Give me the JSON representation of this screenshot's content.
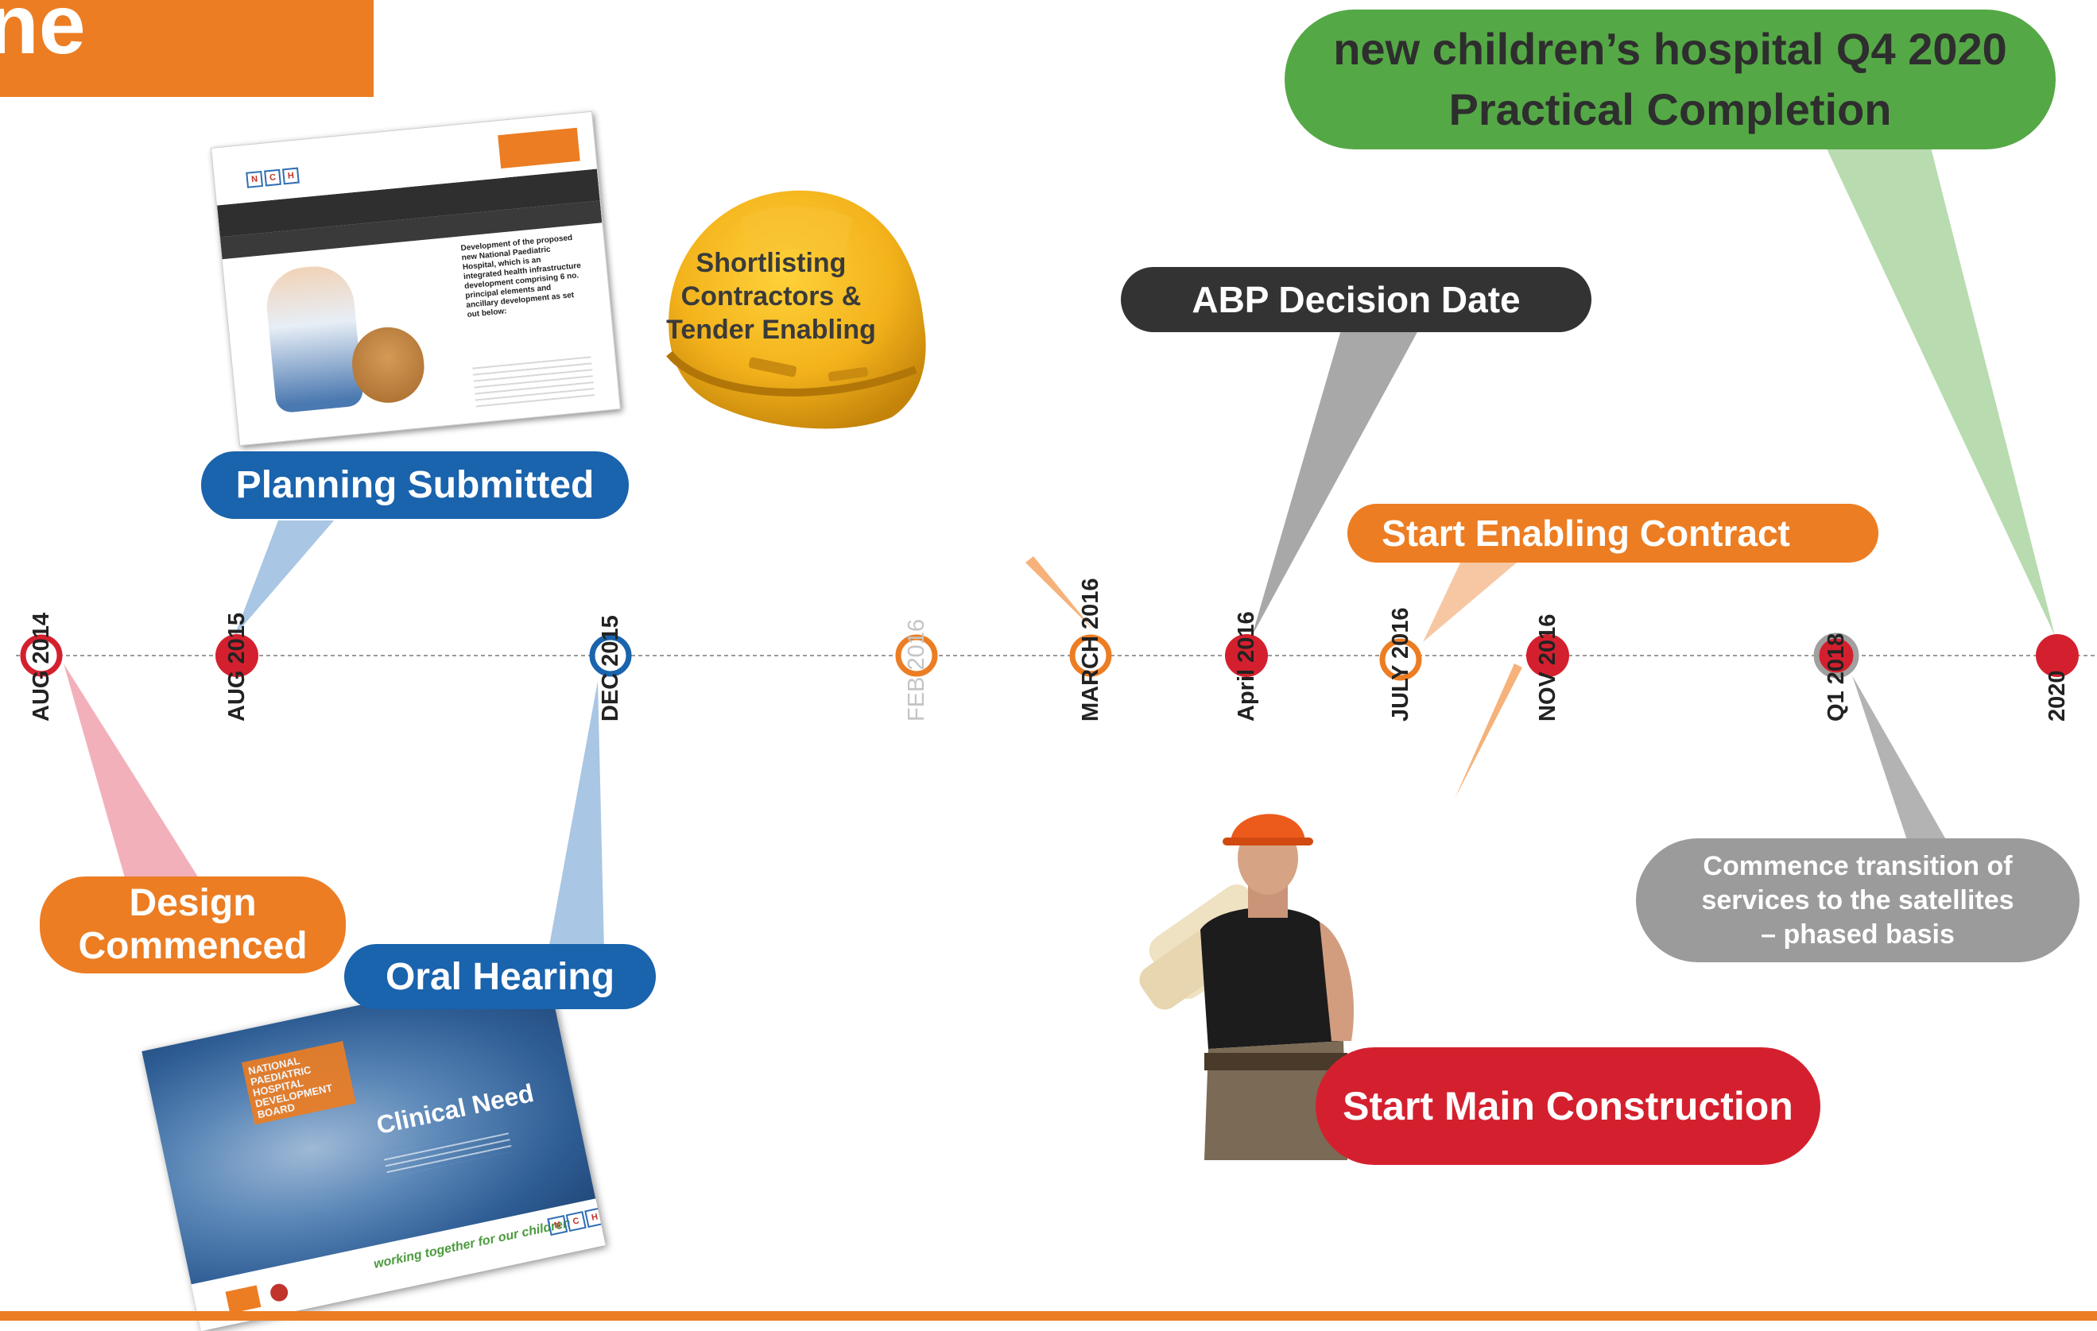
{
  "header": {
    "title_fragment": "ne"
  },
  "milestones": [
    {
      "label": "AUG 2014",
      "marker": "ring-red"
    },
    {
      "label": "AUG 2015",
      "marker": "dot-red"
    },
    {
      "label": "DEC 2015",
      "marker": "ring-blue"
    },
    {
      "label": "FEB 2016",
      "marker": "ring-orange",
      "faded": true
    },
    {
      "label": "MARCH 2016",
      "marker": "ring-orange"
    },
    {
      "label": "April 2016",
      "marker": "dot-red"
    },
    {
      "label": "JULY 2016",
      "marker": "ring-orange"
    },
    {
      "label": "NOV 2016",
      "marker": "dot-red"
    },
    {
      "label": "Q1 2018",
      "marker": "dot-red-grey-ring"
    },
    {
      "label": "2020",
      "marker": "dot-red"
    }
  ],
  "callouts": {
    "planning_submitted": "Planning Submitted",
    "design_commenced_1": "Design",
    "design_commenced_2": "Commenced",
    "oral_hearing": "Oral Hearing",
    "abp_decision": "ABP Decision Date",
    "start_enabling": "Start Enabling Contract",
    "completion_1": "new children’s hospital Q4 2020",
    "completion_2": "Practical Completion",
    "transition_1": "Commence transition of",
    "transition_2": "services to the satellites",
    "transition_3": "– phased basis",
    "start_main": "Start Main Construction",
    "shortlisting_1": "Shortlisting",
    "shortlisting_2": "Contractors &",
    "shortlisting_3": "Tender Enabling"
  },
  "images": {
    "website_text": "Development of the proposed new National Paediatric Hospital, which is an integrated health infrastructure development comprising 6 no. principal elements and ancillary development as set out below:",
    "doc_board": "NATIONAL PAEDIATRIC HOSPITAL DEVELOPMENT BOARD",
    "doc_title": "Clinical Need",
    "doc_footer": "working together for our children",
    "logo_letters": "NCH"
  },
  "colors": {
    "orange": "#ec7d23",
    "red": "#d4202e",
    "blue": "#1a63ad",
    "dark": "#333333",
    "green": "#55a846",
    "grey": "#9b9b9b"
  }
}
